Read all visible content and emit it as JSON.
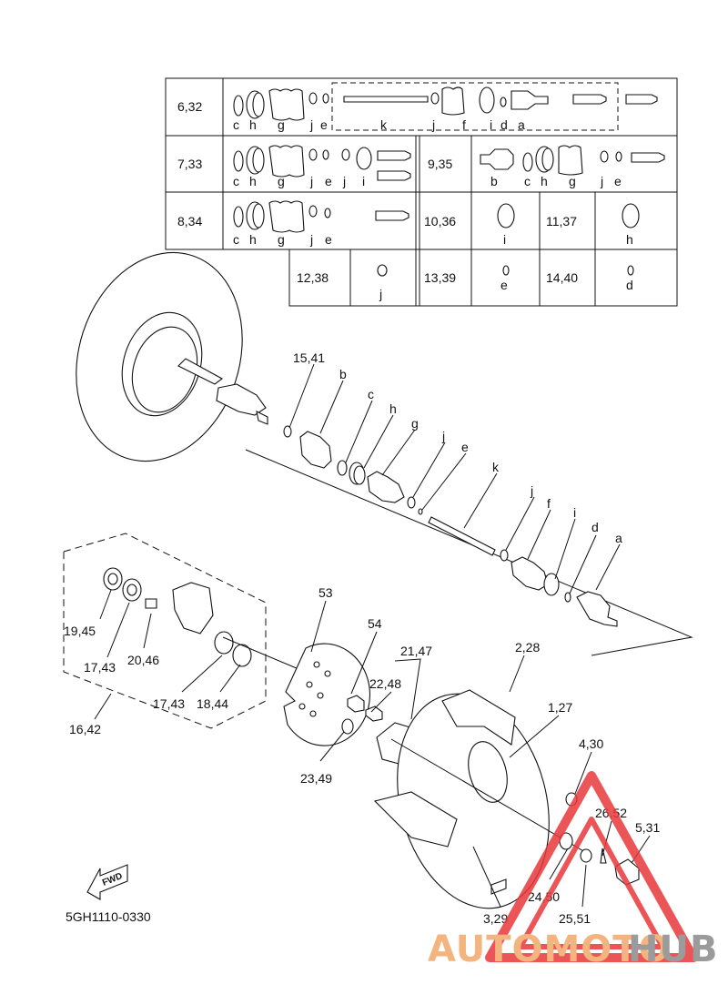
{
  "diagram_code": "5GH1110-0330",
  "fwd_label": "FWD",
  "watermark": {
    "part1": "AUTOMOTO",
    "part2": "HUB",
    "color1": "#f3a76a",
    "color2": "#8a8a8a",
    "accent": "#e8383c"
  },
  "table": [
    {
      "row": "6,32",
      "letters": [
        "c",
        "h",
        "g",
        "j",
        "e",
        "k",
        "j",
        "f",
        "i",
        "d",
        "a"
      ]
    },
    {
      "row": "7,33",
      "letters": [
        "c",
        "h",
        "g",
        "j",
        "e",
        "j",
        "i"
      ]
    },
    {
      "row": "9,35",
      "letters": [
        "b",
        "c",
        "h",
        "g",
        "j",
        "e"
      ]
    },
    {
      "row": "8,34",
      "letters": [
        "c",
        "h",
        "g",
        "j",
        "e"
      ]
    },
    {
      "row": "10,36",
      "letters": [
        "i"
      ]
    },
    {
      "row": "11,37",
      "letters": [
        "h"
      ]
    },
    {
      "row": "12,38",
      "letters": [
        "j"
      ]
    },
    {
      "row": "13,39",
      "letters": [
        "e"
      ]
    },
    {
      "row": "14,40",
      "letters": [
        "d"
      ]
    }
  ],
  "callouts": [
    "15,41",
    "b",
    "c",
    "h",
    "g",
    "j",
    "e",
    "k",
    "j",
    "f",
    "i",
    "d",
    "a",
    "53",
    "54",
    "21,47",
    "22,48",
    "23,49",
    "2,28",
    "1,27",
    "4,30",
    "26,52",
    "5,31",
    "24,50",
    "25,51",
    "3,29",
    "19,45",
    "17,43",
    "20,46",
    "17,43",
    "18,44",
    "16,42"
  ]
}
